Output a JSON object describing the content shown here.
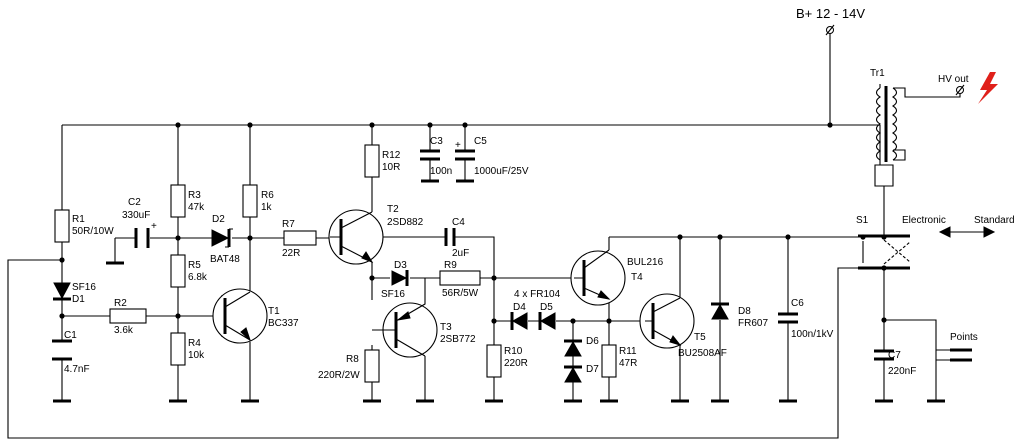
{
  "supply": "B+ 12 - 14V",
  "hv_out": "HV out",
  "switch": {
    "name": "S1",
    "pos_a": "Electronic",
    "pos_b": "Standard"
  },
  "points": "Points",
  "components": {
    "R1": {
      "ref": "R1",
      "value": "50R/10W"
    },
    "R2": {
      "ref": "R2",
      "value": "3.6k"
    },
    "R3": {
      "ref": "R3",
      "value": "47k"
    },
    "R4": {
      "ref": "R4",
      "value": "10k"
    },
    "R5": {
      "ref": "R5",
      "value": "6.8k"
    },
    "R6": {
      "ref": "R6",
      "value": "1k"
    },
    "R7": {
      "ref": "R7",
      "value": "22R"
    },
    "R8": {
      "ref": "R8",
      "value": "220R/2W"
    },
    "R9": {
      "ref": "R9",
      "value": "56R/5W"
    },
    "R10": {
      "ref": "R10",
      "value": "220R"
    },
    "R11": {
      "ref": "R11",
      "value": "47R"
    },
    "R12": {
      "ref": "R12",
      "value": "10R"
    },
    "C1": {
      "ref": "C1",
      "value": "4.7nF"
    },
    "C2": {
      "ref": "C2",
      "value": "330uF"
    },
    "C3": {
      "ref": "C3",
      "value": "100n"
    },
    "C4": {
      "ref": "C4",
      "value": "2uF"
    },
    "C5": {
      "ref": "C5",
      "value": "1000uF/25V"
    },
    "C6": {
      "ref": "C6",
      "value": "100n/1kV"
    },
    "C7": {
      "ref": "C7",
      "value": "220nF"
    },
    "D1": {
      "ref": "D1",
      "value": "SF16"
    },
    "D2": {
      "ref": "D2",
      "value": "BAT48"
    },
    "D3": {
      "ref": "D3",
      "value": "SF16"
    },
    "D4": {
      "ref": "D4"
    },
    "D5": {
      "ref": "D5"
    },
    "D6": {
      "ref": "D6"
    },
    "D7": {
      "ref": "D7"
    },
    "D8": {
      "ref": "D8",
      "value": "FR607"
    },
    "D_group": "4 x FR104",
    "T1": {
      "ref": "T1",
      "value": "BC337"
    },
    "T2": {
      "ref": "T2",
      "value": "2SD882"
    },
    "T3": {
      "ref": "T3",
      "value": "2SB772"
    },
    "T4": {
      "ref": "T4",
      "value": "BUL216"
    },
    "T5": {
      "ref": "T5",
      "value": "BU2508AF"
    },
    "Tr1": {
      "ref": "Tr1"
    }
  },
  "colors": {
    "wire": "#000000",
    "hv_bolt": "#e0201a"
  }
}
